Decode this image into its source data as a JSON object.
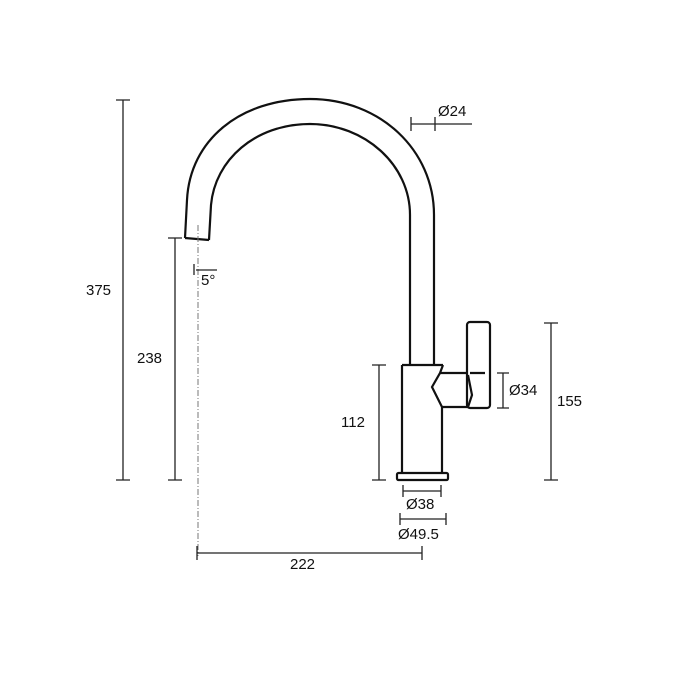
{
  "title": "Kitchen mixer tap dimension drawing",
  "dimensions": {
    "overall_height": "375",
    "spout_height": "238",
    "body_height": "112",
    "handle_height": "155",
    "spout_diameter": "Ø24",
    "handle_diameter": "Ø34",
    "body_diameter": "Ø38",
    "base_diameter": "Ø49.5",
    "spout_reach": "222",
    "spout_angle": "5°"
  },
  "colors": {
    "line": "#111111",
    "dim": "#222222",
    "center": "#777777"
  }
}
